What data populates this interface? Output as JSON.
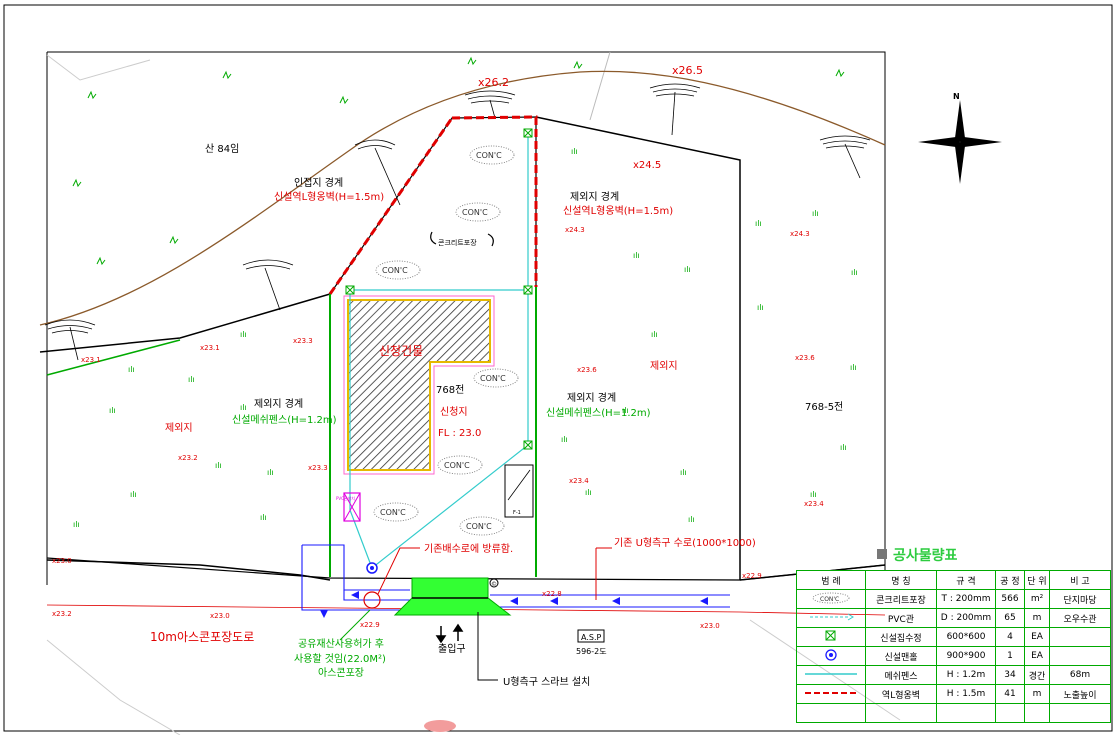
{
  "labels": {
    "san84": "산 84임",
    "adjacent_boundary": "인접지 경계",
    "adjacent_wall": "신설역L형옹벽(H=1.5m)",
    "excluded_boundary_right_top": "제외지 경계",
    "excluded_wall_right_top": "신설역L형옹벽(H=1.5m)",
    "concrete_pave": "콘크리트포장",
    "building": "신청건물",
    "lot_768": "768전",
    "applied_lot": "신청지",
    "fl": "FL : 23.0",
    "excluded_boundary_left": "제외지 경계",
    "mesh_fence_left": "신설메쉬펜스(H=1.2m)",
    "excluded_boundary_right": "제외지 경계",
    "mesh_fence_right": "신설메쉬펜스(H=1.2m)",
    "excluded_left": "제외지",
    "excluded_right": "제외지",
    "lot_768_5": "768-5전",
    "drain_note": "기존배수로에 방류함.",
    "u_channel_note": "기존 U형측구 수로(1000*1000)",
    "road": "10m아스콘포장도로",
    "public_use_1": "공유재산사용허가 후",
    "public_use_2": "사용할 것임(22.0M²)",
    "asphalt_pave": "아스콘포장",
    "entrance": "출입구",
    "u_slab": "U형측구 스라브 설치",
    "asp": "A.S.P",
    "lot_596": "596-2도",
    "small_box": "F-1",
    "ph_box_1": "PVC관설치",
    "conc": "CON'C",
    "north": "N"
  },
  "elevations": {
    "e262": "x26.2",
    "e265": "x26.5",
    "e245": "x24.5",
    "e243": "x24.3",
    "e243b": "x24.3",
    "e231": "x23.1",
    "e231b": "x23.1",
    "e233": "x23.3",
    "e236": "x23.6",
    "e236b": "x23.6",
    "e232": "x23.2",
    "e233b": "x23.3",
    "e234": "x23.4",
    "e234b": "x23.4",
    "e230": "x23.0",
    "e230b": "x23.0",
    "e230c": "x23.0",
    "e232b": "x23.2",
    "e228": "x22.8",
    "e229": "x22.9",
    "e229b": "x22.9"
  },
  "quantity_table": {
    "title": "공사물량표",
    "headers": [
      "범 례",
      "명 칭",
      "규 격",
      "공 정",
      "단 위",
      "비 고"
    ],
    "rows": [
      {
        "legend": "CON'C",
        "name": "콘크리트포장",
        "spec": "T : 200mm",
        "qty": "566",
        "unit": "m²",
        "note": "단지마당"
      },
      {
        "legend": "arrow",
        "name": "PVC관",
        "spec": "D : 200mm",
        "qty": "65",
        "unit": "m",
        "note": "오우수관"
      },
      {
        "legend": "inlet",
        "name": "신설집수정",
        "spec": "600*600",
        "qty": "4",
        "unit": "EA",
        "note": ""
      },
      {
        "legend": "manhole",
        "name": "신설맨홀",
        "spec": "900*900",
        "qty": "1",
        "unit": "EA",
        "note": ""
      },
      {
        "legend": "fence",
        "name": "메쉬펜스",
        "spec": "H : 1.2m",
        "qty": "34",
        "unit": "경간",
        "note": "68m"
      },
      {
        "legend": "wall",
        "name": "역L형옹벽",
        "spec": "H : 1.5m",
        "qty": "41",
        "unit": "m",
        "note": "노출높이"
      }
    ]
  },
  "colors": {
    "wall": "#e00000",
    "fence": "#00aa00",
    "pipe": "#33cccc",
    "u_channel": "#1a1aff",
    "building_outline": "#ff66cc",
    "contour": "#8b5a2b",
    "entrance_fill": "#33ff33"
  }
}
